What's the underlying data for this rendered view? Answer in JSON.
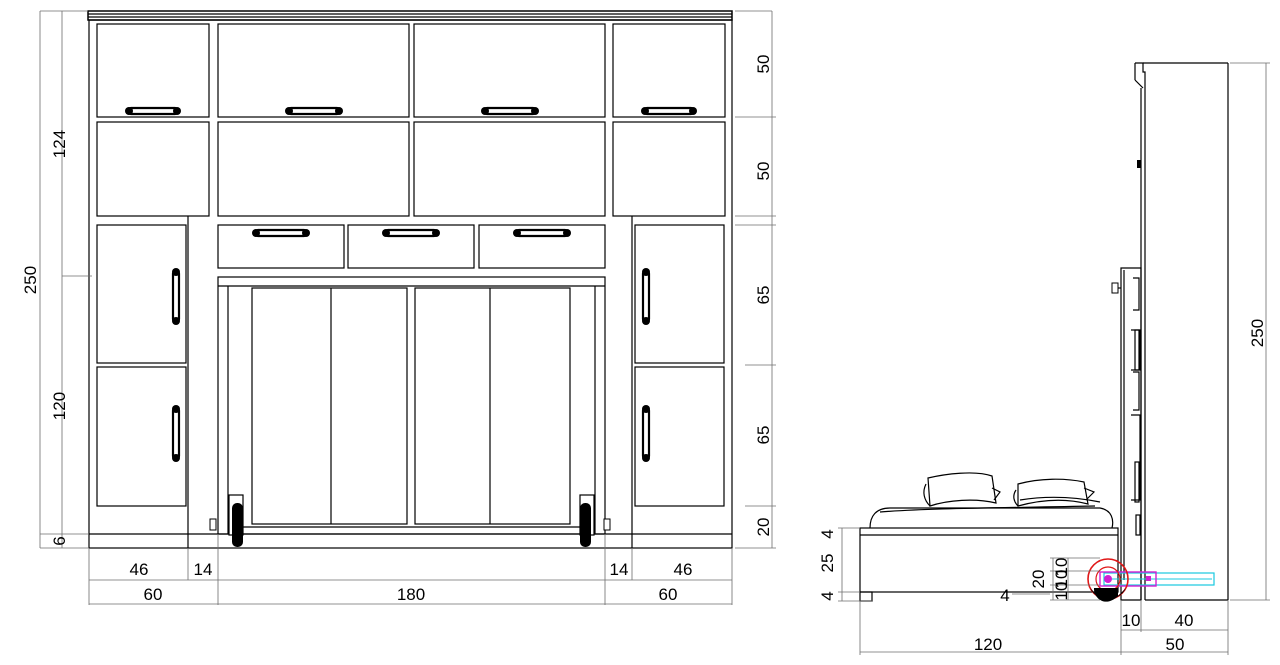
{
  "front_view": {
    "dims_right": [
      "50",
      "50",
      "65",
      "65",
      "20"
    ],
    "dims_left": [
      "124",
      "250",
      "120",
      "6"
    ],
    "dims_bottom_row1": [
      "46",
      "14",
      "14",
      "46"
    ],
    "dims_bottom_row2": [
      "60",
      "180",
      "60"
    ]
  },
  "side_view": {
    "dim_height": "250",
    "dims_left": [
      "4",
      "25",
      "4"
    ],
    "dims_mech": [
      "20",
      "10",
      "10",
      "10",
      "4"
    ],
    "dims_bottom_row1": [
      "10",
      "40"
    ],
    "dims_bottom_row2": [
      "120",
      "50"
    ]
  },
  "colors": {
    "line": "#000000",
    "dimension": "#6d6d6d",
    "mechanism_magenta": "#d21fd2",
    "mechanism_cyan": "#18c9e0",
    "pivot_red": "#e01818"
  }
}
